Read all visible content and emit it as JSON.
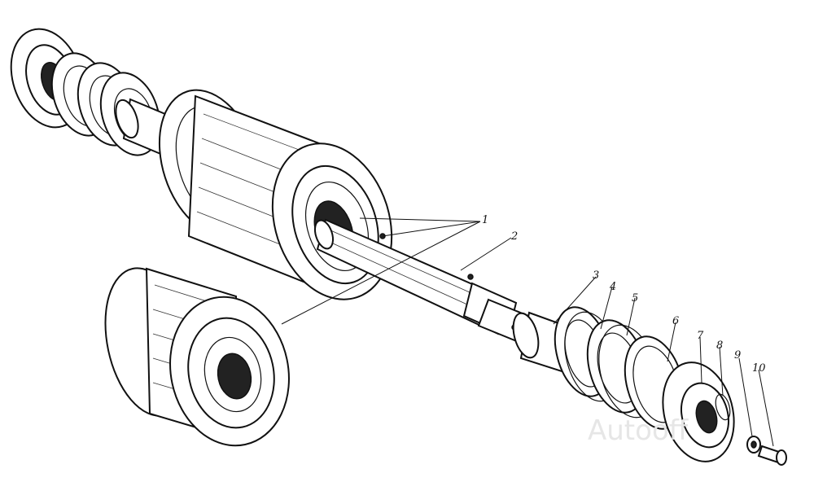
{
  "diagram": {
    "part_labels": [
      "1",
      "2",
      "3",
      "4",
      "5",
      "6",
      "7",
      "8",
      "9",
      "10"
    ],
    "watermark": "Autooff",
    "colors": {
      "ink": "#111111",
      "paper": "#ffffff",
      "watermark": "#e6e6e6"
    }
  }
}
